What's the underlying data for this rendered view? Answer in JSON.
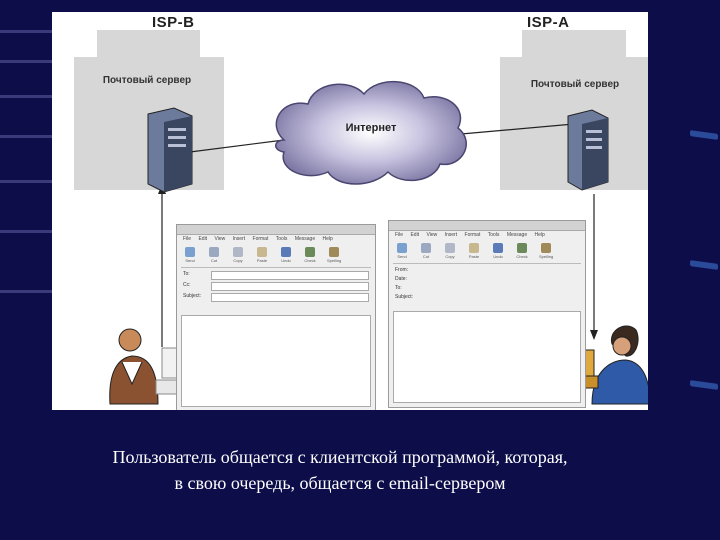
{
  "diagram": {
    "isp_left": "ISP-B",
    "isp_right": "ISP-A",
    "server_left": "Почтовый сервер",
    "server_right": "Почтовый сервер",
    "cloud_label": "Интернет",
    "left_window": {
      "menu": [
        "File",
        "Edit",
        "View",
        "Insert",
        "Format",
        "Tools",
        "Message",
        "Help"
      ],
      "toolbar": [
        "Send",
        "Cut",
        "Copy",
        "Paste",
        "Undo",
        "Check",
        "Spelling"
      ],
      "fields": [
        "To:",
        "Cc:",
        "Subject:"
      ]
    },
    "right_window": {
      "menu": [
        "File",
        "Edit",
        "View",
        "Insert",
        "Format",
        "Tools",
        "Message",
        "Help"
      ],
      "toolbar": [
        "Send",
        "Cut",
        "Copy",
        "Paste",
        "Undo",
        "Check",
        "Spelling"
      ],
      "fields": [
        "From:",
        "Date:",
        "To:",
        "Subject:"
      ]
    }
  },
  "caption_line1": "Пользователь общается с клиентской программой, которая,",
  "caption_line2": "в свою очередь, общается с email-сервером",
  "colors": {
    "background": "#0d0d4a",
    "figure_bg": "#ffffff",
    "building": "#d7d7d7",
    "cloud": "#8a85b5"
  }
}
